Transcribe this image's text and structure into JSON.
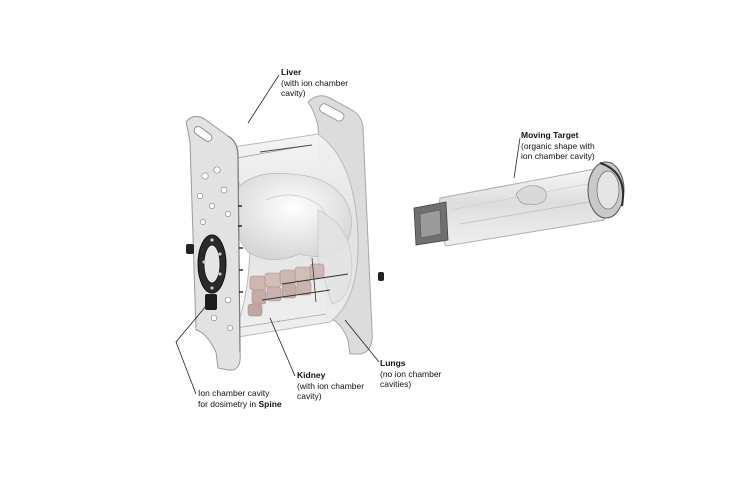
{
  "labels": {
    "liver": {
      "title": "Liver",
      "line1": "(with ion chamber",
      "line2": "cavity)"
    },
    "moving_target": {
      "title": "Moving Target",
      "line1": "(organic shape with",
      "line2": "ion chamber cavity)"
    },
    "kidney": {
      "title": "Kidney",
      "line1": "(with ion chamber",
      "line2": "cavity)"
    },
    "lungs": {
      "title": "Lungs",
      "line1": "(no ion chamber",
      "line2": "cavities)"
    },
    "spine": {
      "line1": "Ion chamber cavity",
      "line2_prefix": "for dosimetry in ",
      "line2_bold": "Spine"
    }
  },
  "colors": {
    "frame_gray": "#d8d8d8",
    "frame_edge": "#9a9a9a",
    "acrylic": "#eeeeee",
    "spine_tint": "#c9b3ae",
    "leader_line": "#222222",
    "dark_part": "#2a2a2a"
  }
}
